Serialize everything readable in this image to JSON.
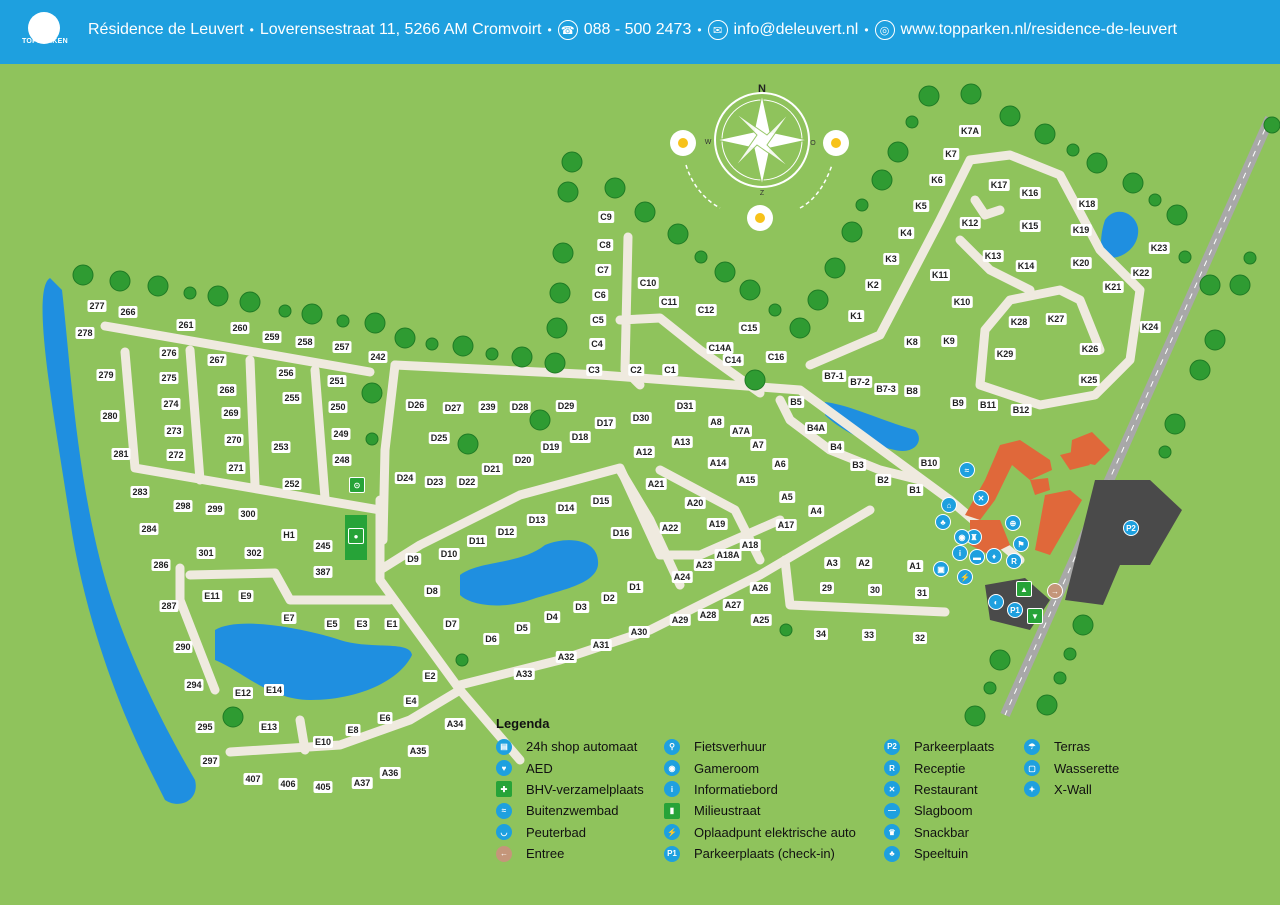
{
  "header": {
    "logo_text": "TOPPARKEN",
    "name": "Résidence de Leuvert",
    "address": "Loverensestraat 11, 5266 AM Cromvoirt",
    "phone": "088 - 500 2473",
    "email": "info@deleuvert.nl",
    "website": "www.topparken.nl/residence-de-leuvert",
    "separator": "•"
  },
  "compass": {
    "north": "N",
    "west": "W",
    "east": "O",
    "south": "Z"
  },
  "plots": [
    [
      "277",
      97,
      306
    ],
    [
      "266",
      128,
      312
    ],
    [
      "278",
      85,
      333
    ],
    [
      "261",
      186,
      325
    ],
    [
      "260",
      240,
      328
    ],
    [
      "259",
      272,
      337
    ],
    [
      "258",
      305,
      342
    ],
    [
      "257",
      342,
      347
    ],
    [
      "242",
      378,
      357
    ],
    [
      "276",
      169,
      353
    ],
    [
      "267",
      217,
      360
    ],
    [
      "279",
      106,
      375
    ],
    [
      "275",
      169,
      378
    ],
    [
      "256",
      286,
      373
    ],
    [
      "251",
      337,
      381
    ],
    [
      "268",
      227,
      390
    ],
    [
      "255",
      292,
      398
    ],
    [
      "280",
      110,
      416
    ],
    [
      "274",
      171,
      404
    ],
    [
      "250",
      338,
      407
    ],
    [
      "269",
      231,
      413
    ],
    [
      "273",
      174,
      431
    ],
    [
      "249",
      341,
      434
    ],
    [
      "270",
      234,
      440
    ],
    [
      "253",
      281,
      447
    ],
    [
      "281",
      121,
      454
    ],
    [
      "272",
      176,
      455
    ],
    [
      "248",
      342,
      460
    ],
    [
      "271",
      236,
      468
    ],
    [
      "252",
      292,
      484
    ],
    [
      "283",
      140,
      492
    ],
    [
      "298",
      183,
      506
    ],
    [
      "299",
      215,
      509
    ],
    [
      "300",
      248,
      514
    ],
    [
      "284",
      149,
      529
    ],
    [
      "H1",
      289,
      535
    ],
    [
      "245",
      323,
      546
    ],
    [
      "301",
      206,
      553
    ],
    [
      "302",
      254,
      553
    ],
    [
      "387",
      323,
      572
    ],
    [
      "286",
      161,
      565
    ],
    [
      "E11",
      212,
      596
    ],
    [
      "E9",
      246,
      596
    ],
    [
      "287",
      169,
      606
    ],
    [
      "E7",
      289,
      618
    ],
    [
      "E5",
      332,
      624
    ],
    [
      "E3",
      362,
      624
    ],
    [
      "E1",
      392,
      624
    ],
    [
      "290",
      183,
      647
    ],
    [
      "294",
      194,
      685
    ],
    [
      "E12",
      243,
      693
    ],
    [
      "E14",
      274,
      690
    ],
    [
      "E2",
      430,
      676
    ],
    [
      "E4",
      411,
      701
    ],
    [
      "E6",
      385,
      718
    ],
    [
      "295",
      205,
      727
    ],
    [
      "E13",
      269,
      727
    ],
    [
      "E8",
      353,
      730
    ],
    [
      "E10",
      323,
      742
    ],
    [
      "A34",
      455,
      724
    ],
    [
      "A35",
      418,
      751
    ],
    [
      "297",
      210,
      761
    ],
    [
      "407",
      253,
      779
    ],
    [
      "406",
      288,
      784
    ],
    [
      "405",
      323,
      787
    ],
    [
      "A37",
      362,
      783
    ],
    [
      "A36",
      390,
      773
    ],
    [
      "D26",
      416,
      405
    ],
    [
      "D27",
      453,
      408
    ],
    [
      "239",
      488,
      407
    ],
    [
      "D28",
      520,
      407
    ],
    [
      "D29",
      566,
      406
    ],
    [
      "D25",
      439,
      438
    ],
    [
      "D31",
      685,
      406
    ],
    [
      "D17",
      605,
      423
    ],
    [
      "D30",
      641,
      418
    ],
    [
      "D18",
      580,
      437
    ],
    [
      "D19",
      551,
      447
    ],
    [
      "D20",
      523,
      460
    ],
    [
      "D21",
      492,
      469
    ],
    [
      "D24",
      405,
      478
    ],
    [
      "D23",
      435,
      482
    ],
    [
      "D22",
      467,
      482
    ],
    [
      "D15",
      601,
      501
    ],
    [
      "D14",
      566,
      508
    ],
    [
      "D13",
      537,
      520
    ],
    [
      "D12",
      506,
      532
    ],
    [
      "D11",
      477,
      541
    ],
    [
      "D16",
      621,
      533
    ],
    [
      "D9",
      413,
      559
    ],
    [
      "D10",
      449,
      554
    ],
    [
      "D8",
      432,
      591
    ],
    [
      "D7",
      451,
      624
    ],
    [
      "D6",
      491,
      639
    ],
    [
      "D5",
      522,
      628
    ],
    [
      "D4",
      552,
      617
    ],
    [
      "D3",
      581,
      607
    ],
    [
      "D2",
      609,
      598
    ],
    [
      "D1",
      635,
      587
    ],
    [
      "C9",
      606,
      217
    ],
    [
      "C8",
      605,
      245
    ],
    [
      "C7",
      603,
      270
    ],
    [
      "C6",
      600,
      295
    ],
    [
      "C5",
      598,
      320
    ],
    [
      "C4",
      597,
      344
    ],
    [
      "C3",
      594,
      370
    ],
    [
      "C2",
      636,
      370
    ],
    [
      "C1",
      670,
      370
    ],
    [
      "C10",
      648,
      283
    ],
    [
      "C11",
      669,
      302
    ],
    [
      "C12",
      706,
      310
    ],
    [
      "C15",
      749,
      328
    ],
    [
      "C14A",
      720,
      348
    ],
    [
      "C14",
      733,
      360
    ],
    [
      "C16",
      776,
      357
    ],
    [
      "A8",
      716,
      422
    ],
    [
      "A7A",
      741,
      431
    ],
    [
      "A7",
      758,
      445
    ],
    [
      "A13",
      682,
      442
    ],
    [
      "A12",
      644,
      452
    ],
    [
      "A14",
      718,
      463
    ],
    [
      "A6",
      780,
      464
    ],
    [
      "A15",
      747,
      480
    ],
    [
      "A21",
      656,
      484
    ],
    [
      "A20",
      695,
      503
    ],
    [
      "A5",
      787,
      497
    ],
    [
      "A4",
      816,
      511
    ],
    [
      "A19",
      717,
      524
    ],
    [
      "A17",
      786,
      525
    ],
    [
      "A22",
      670,
      528
    ],
    [
      "A18",
      750,
      545
    ],
    [
      "A18A",
      728,
      555
    ],
    [
      "A23",
      704,
      565
    ],
    [
      "A24",
      682,
      577
    ],
    [
      "A26",
      760,
      588
    ],
    [
      "A27",
      733,
      605
    ],
    [
      "A28",
      708,
      615
    ],
    [
      "A29",
      680,
      620
    ],
    [
      "A25",
      761,
      620
    ],
    [
      "A30",
      639,
      632
    ],
    [
      "A31",
      601,
      645
    ],
    [
      "A32",
      566,
      657
    ],
    [
      "A33",
      524,
      674
    ],
    [
      "A3",
      832,
      563
    ],
    [
      "A2",
      864,
      563
    ],
    [
      "A1",
      915,
      566
    ],
    [
      "29",
      827,
      588
    ],
    [
      "30",
      875,
      590
    ],
    [
      "31",
      922,
      593
    ],
    [
      "34",
      821,
      634
    ],
    [
      "33",
      869,
      635
    ],
    [
      "32",
      920,
      638
    ],
    [
      "B5",
      796,
      402
    ],
    [
      "B4A",
      816,
      428
    ],
    [
      "B4",
      836,
      447
    ],
    [
      "B3",
      858,
      465
    ],
    [
      "B2",
      883,
      480
    ],
    [
      "B1",
      915,
      490
    ],
    [
      "B10",
      929,
      463
    ],
    [
      "B7-1",
      834,
      376
    ],
    [
      "B7-2",
      860,
      382
    ],
    [
      "B7-3",
      886,
      389
    ],
    [
      "B8",
      912,
      391
    ],
    [
      "B9",
      958,
      403
    ],
    [
      "B11",
      988,
      405
    ],
    [
      "B12",
      1021,
      410
    ],
    [
      "K1",
      856,
      316
    ],
    [
      "K2",
      873,
      285
    ],
    [
      "K3",
      891,
      259
    ],
    [
      "K4",
      906,
      233
    ],
    [
      "K5",
      921,
      206
    ],
    [
      "K6",
      937,
      180
    ],
    [
      "K7",
      951,
      154
    ],
    [
      "K7A",
      970,
      131
    ],
    [
      "K8",
      912,
      342
    ],
    [
      "K9",
      949,
      341
    ],
    [
      "K10",
      962,
      302
    ],
    [
      "K11",
      940,
      275
    ],
    [
      "K12",
      970,
      223
    ],
    [
      "K13",
      993,
      256
    ],
    [
      "K14",
      1026,
      266
    ],
    [
      "K15",
      1030,
      226
    ],
    [
      "K16",
      1030,
      193
    ],
    [
      "K17",
      999,
      185
    ],
    [
      "K18",
      1087,
      204
    ],
    [
      "K19",
      1081,
      230
    ],
    [
      "K20",
      1081,
      263
    ],
    [
      "K21",
      1113,
      287
    ],
    [
      "K22",
      1141,
      273
    ],
    [
      "K23",
      1159,
      248
    ],
    [
      "K24",
      1150,
      327
    ],
    [
      "K25",
      1089,
      380
    ],
    [
      "K26",
      1090,
      349
    ],
    [
      "K27",
      1056,
      319
    ],
    [
      "K28",
      1019,
      322
    ],
    [
      "K29",
      1005,
      354
    ]
  ],
  "map_icons": [
    [
      "P2",
      1131,
      528,
      "blue"
    ],
    [
      "P1",
      1015,
      610,
      "blue"
    ],
    [
      "R",
      1014,
      561,
      "blue"
    ],
    [
      "i",
      960,
      553,
      "blue"
    ],
    [
      "✕",
      981,
      498,
      "blue"
    ],
    [
      "⚑",
      1021,
      544,
      "blue"
    ],
    [
      "♣",
      943,
      522,
      "blue"
    ],
    [
      "⌂",
      949,
      505,
      "blue"
    ],
    [
      "⚡",
      965,
      577,
      "blue"
    ],
    [
      "♜",
      974,
      537,
      "blue"
    ],
    [
      "◉",
      962,
      537,
      "blue"
    ],
    [
      "♦",
      994,
      556,
      "blue"
    ],
    [
      "⊕",
      1013,
      523,
      "blue"
    ],
    [
      "▣",
      941,
      569,
      "blue"
    ],
    [
      "◐",
      996,
      602,
      "blue"
    ],
    [
      "▲",
      1024,
      589,
      "green"
    ],
    [
      "▼",
      1035,
      616,
      "green"
    ],
    [
      "⊙",
      357,
      485,
      "green"
    ],
    [
      "→",
      1055,
      591,
      "tan"
    ],
    [
      "≈",
      967,
      470,
      "blue"
    ],
    [
      "▬",
      977,
      557,
      "blue"
    ],
    [
      "●",
      356,
      536,
      "green"
    ]
  ],
  "legend": {
    "title": "Legenda",
    "columns": [
      [
        {
          "icon": "▤",
          "label": "24h shop automaat",
          "kind": "blue"
        },
        {
          "icon": "♥",
          "label": "AED",
          "kind": "blue"
        },
        {
          "icon": "✚",
          "label": "BHV-verzamelplaats",
          "kind": "green"
        },
        {
          "icon": "≈",
          "label": "Buitenzwembad",
          "kind": "blue"
        },
        {
          "icon": "◡",
          "label": "Peuterbad",
          "kind": "blue"
        },
        {
          "icon": "←",
          "label": "Entree",
          "kind": "tan"
        }
      ],
      [
        {
          "icon": "⚲",
          "label": "Fietsverhuur",
          "kind": "blue"
        },
        {
          "icon": "◉",
          "label": "Gameroom",
          "kind": "blue"
        },
        {
          "icon": "i",
          "label": "Informatiebord",
          "kind": "blue"
        },
        {
          "icon": "▮",
          "label": "Milieustraat",
          "kind": "green"
        },
        {
          "icon": "⚡",
          "label": "Oplaadpunt elektrische auto",
          "kind": "blue"
        },
        {
          "icon": "P1",
          "label": "Parkeerplaats (check-in)",
          "kind": "blue"
        }
      ],
      [
        {
          "icon": "P2",
          "label": "Parkeerplaats",
          "kind": "blue"
        },
        {
          "icon": "R",
          "label": "Receptie",
          "kind": "blue"
        },
        {
          "icon": "✕",
          "label": "Restaurant",
          "kind": "blue"
        },
        {
          "icon": "—",
          "label": "Slagboom",
          "kind": "blue"
        },
        {
          "icon": "♛",
          "label": "Snackbar",
          "kind": "blue"
        },
        {
          "icon": "♣",
          "label": "Speeltuin",
          "kind": "blue"
        }
      ],
      [
        {
          "icon": "☂",
          "label": "Terras",
          "kind": "blue"
        },
        {
          "icon": "▢",
          "label": "Wasserette",
          "kind": "blue"
        },
        {
          "icon": "✦",
          "label": "X-Wall",
          "kind": "blue"
        }
      ]
    ]
  },
  "colors": {
    "header": "#1ea0df",
    "grass": "#8fc35c",
    "path": "#efeadf",
    "water": "#1f8fe0",
    "tree": "#2f9b32",
    "building": "#e0683a",
    "parking": "#4a4a4a",
    "road": "#a8a8a8"
  }
}
